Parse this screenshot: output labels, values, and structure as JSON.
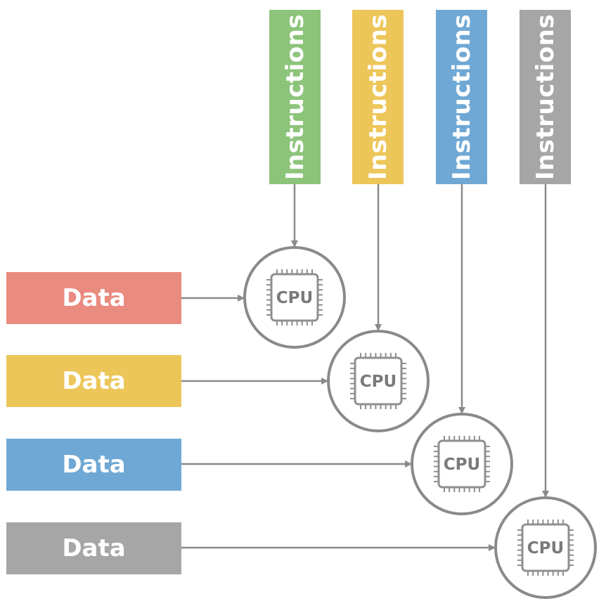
{
  "colors": {
    "green": "#8cc47a",
    "yellow": "#edc65a",
    "blue": "#6fa8d4",
    "gray": "#a6a6a6",
    "red": "#e98b7f",
    "line": "#8a8a8a"
  },
  "instruction_bars": [
    {
      "label": "Instructions",
      "color": "#8cc47a"
    },
    {
      "label": "Instructions",
      "color": "#edc65a"
    },
    {
      "label": "Instructions",
      "color": "#6fa8d4"
    },
    {
      "label": "Instructions",
      "color": "#a6a6a6"
    }
  ],
  "data_bars": [
    {
      "label": "Data",
      "color": "#e98b7f"
    },
    {
      "label": "Data",
      "color": "#edc65a"
    },
    {
      "label": "Data",
      "color": "#6fa8d4"
    },
    {
      "label": "Data",
      "color": "#a6a6a6"
    }
  ],
  "processors": [
    {
      "label": "CPU",
      "icon": "cpu-chip-icon"
    },
    {
      "label": "CPU",
      "icon": "cpu-chip-icon"
    },
    {
      "label": "CPU",
      "icon": "cpu-chip-icon"
    },
    {
      "label": "CPU",
      "icon": "cpu-chip-icon"
    }
  ]
}
